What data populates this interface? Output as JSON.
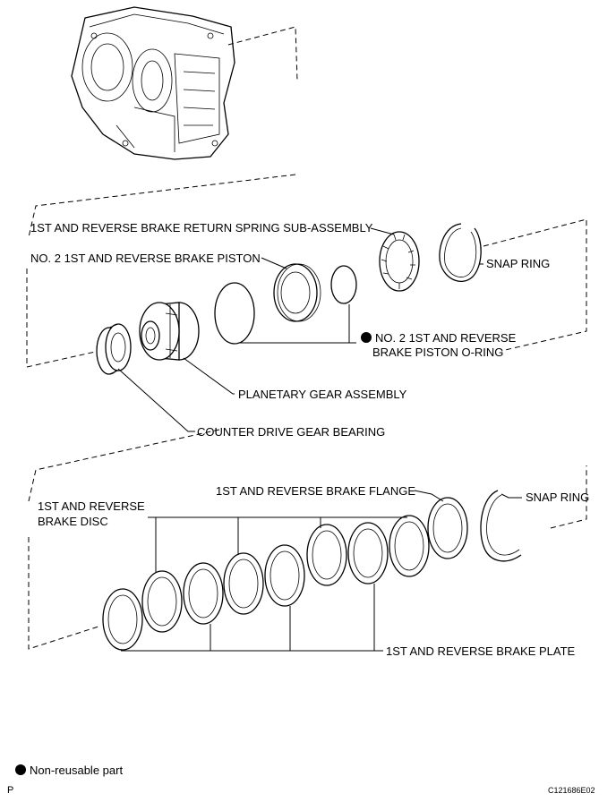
{
  "labels": {
    "return_spring": "1ST AND REVERSE BRAKE RETURN SPRING SUB-ASSEMBLY",
    "no2_piston": "NO. 2 1ST AND REVERSE BRAKE PISTON",
    "snap_ring_upper": "SNAP RING",
    "oring_line1": "NO. 2 1ST AND REVERSE",
    "oring_line2": "BRAKE PISTON O-RING",
    "planetary": "PLANETARY GEAR ASSEMBLY",
    "counter_bearing": "COUNTER DRIVE GEAR BEARING",
    "flange": "1ST AND REVERSE BRAKE FLANGE",
    "snap_ring_lower": "SNAP RING",
    "disc_line1": "1ST AND REVERSE",
    "disc_line2": "BRAKE DISC",
    "plate": "1ST AND REVERSE BRAKE PLATE"
  },
  "legend": {
    "non_reusable": "Non-reusable part"
  },
  "footer": {
    "left_code": "P",
    "figure_code": "C121686E02"
  }
}
